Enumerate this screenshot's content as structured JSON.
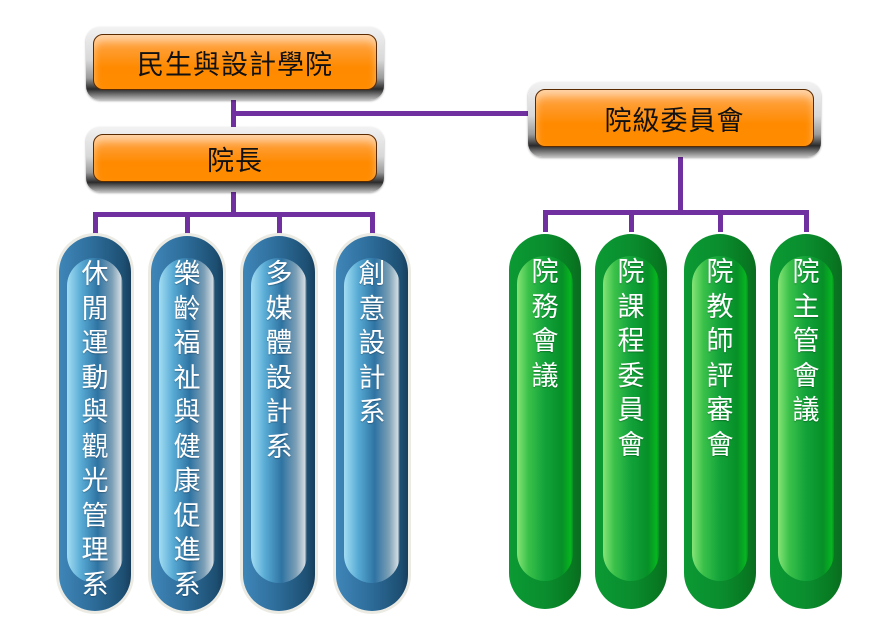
{
  "diagram": {
    "type": "org-chart",
    "root": {
      "label": "民生與設計學院"
    },
    "dean": {
      "label": "院長"
    },
    "committee": {
      "label": "院級委員會"
    },
    "departments": [
      {
        "label": "休閒運動與觀光管理系"
      },
      {
        "label": "樂齡福祉與健康促進系"
      },
      {
        "label": "多媒體設計系"
      },
      {
        "label": "創意設計系"
      }
    ],
    "meetings": [
      {
        "label": "院務會議"
      },
      {
        "label": "院課程委員會"
      },
      {
        "label": "院教師評審會"
      },
      {
        "label": "院主管會議"
      }
    ],
    "colors": {
      "connector": "#7030a0",
      "header_box": "#ff8c00",
      "department_pill": "#2e6e9c",
      "meeting_pill": "#0a8d2e"
    }
  }
}
